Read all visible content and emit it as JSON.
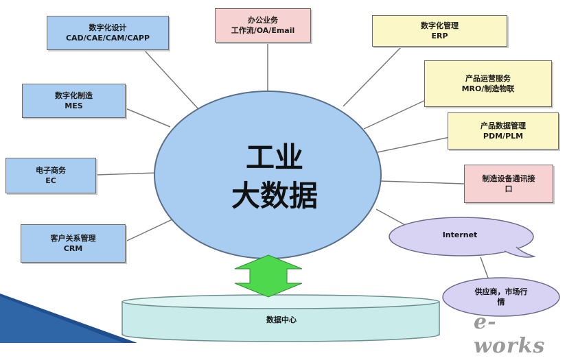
{
  "center": {
    "line1": "工业",
    "line2": "大数据"
  },
  "datacenter": {
    "label": "数据中心"
  },
  "internet": {
    "label": "Internet"
  },
  "supply": {
    "line1": "供应商，市场行",
    "line2": "情"
  },
  "logo": {
    "text": "e-works"
  },
  "nodes": [
    {
      "id": "digital-design",
      "line1": "数字化设计",
      "line2": "CAD/CAE/CAM/CAPP"
    },
    {
      "id": "office",
      "line1": "办公业务",
      "line2": "工作流/OA/Email"
    },
    {
      "id": "digital-mgmt",
      "line1": "数字化管理",
      "line2": "ERP"
    },
    {
      "id": "product-ops",
      "line1": "产品运营服务",
      "line2": "MRO/制造物联"
    },
    {
      "id": "digital-mfg",
      "line1": "数字化制造",
      "line2": "MES"
    },
    {
      "id": "product-data",
      "line1": "产品数据管理",
      "line2": "PDM/PLM"
    },
    {
      "id": "ecommerce",
      "line1": "电子商务",
      "line2": "EC"
    },
    {
      "id": "device-comm",
      "line1": "制造设备通讯接",
      "line2": "口"
    },
    {
      "id": "crm",
      "line1": "客户关系管理",
      "line2": "CRM"
    }
  ],
  "colors": {
    "ellipse": "#a9cdf0",
    "arrow": "#4ed84e",
    "cylinder": "#c9ecea",
    "lavender": "#d8d2f3"
  }
}
